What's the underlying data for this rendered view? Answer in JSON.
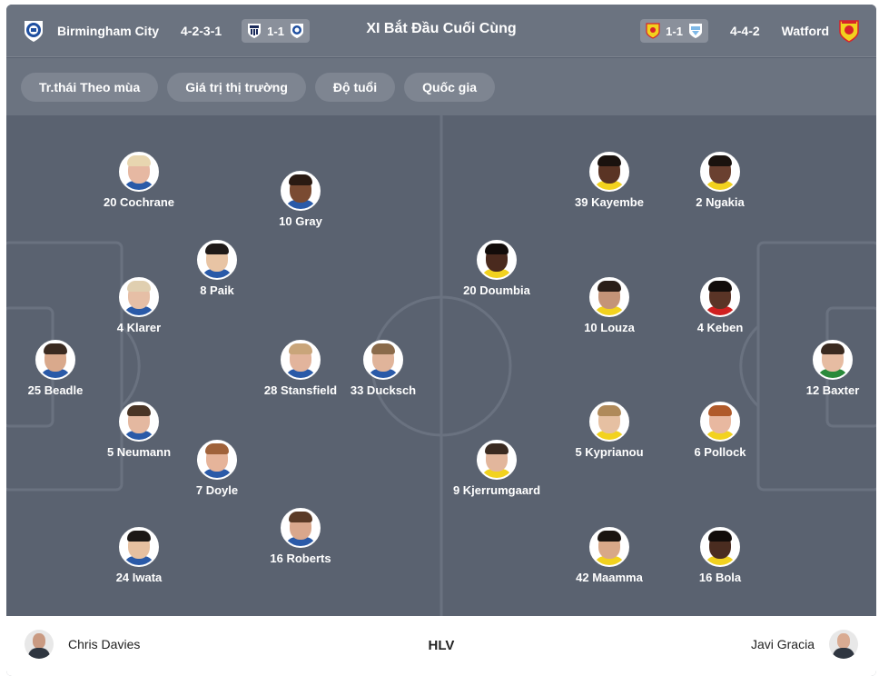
{
  "header": {
    "title": "XI Bắt Đầu Cuối Cùng",
    "home": {
      "name": "Birmingham City",
      "formation": "4-2-3-1",
      "recent_score": "1-1",
      "crest_icon": "birmingham-crest-icon",
      "opponent_icon": "west-brom-crest-icon"
    },
    "away": {
      "name": "Watford",
      "formation": "4-4-2",
      "recent_score": "1-1",
      "crest_icon": "watford-crest-icon",
      "opponent_icon": "coventry-crest-icon"
    }
  },
  "filters": [
    "Tr.thái Theo mùa",
    "Giá trị thị trường",
    "Độ tuổi",
    "Quốc gia"
  ],
  "home_players": [
    {
      "label": "20 Cochrane",
      "skin": "#e6b8a2",
      "hair": "#e8d6b0",
      "kit": "#2a5aa8"
    },
    {
      "label": "10 Gray",
      "skin": "#7a4b32",
      "hair": "#2a1a12",
      "kit": "#2a5aa8"
    },
    {
      "label": "8 Paik",
      "skin": "#e8c4a4",
      "hair": "#1f1a18",
      "kit": "#2a5aa8"
    },
    {
      "label": "4 Klarer",
      "skin": "#e6bfa6",
      "hair": "#e0cfb0",
      "kit": "#2a5aa8"
    },
    {
      "label": "25 Beadle",
      "skin": "#d9a98c",
      "hair": "#3a2a20",
      "kit": "#2a5aa8"
    },
    {
      "label": "28 Stansfield",
      "skin": "#e2b49c",
      "hair": "#c9a57a",
      "kit": "#2a5aa8"
    },
    {
      "label": "33 Ducksch",
      "skin": "#e0b49a",
      "hair": "#8a6a4a",
      "kit": "#2a5aa8"
    },
    {
      "label": "5 Neumann",
      "skin": "#e4b8a0",
      "hair": "#4a3526",
      "kit": "#2a5aa8"
    },
    {
      "label": "7 Doyle",
      "skin": "#e6b49a",
      "hair": "#a0623a",
      "kit": "#2a5aa8"
    },
    {
      "label": "16 Roberts",
      "skin": "#d9a78c",
      "hair": "#5a3a26",
      "kit": "#2a5aa8"
    },
    {
      "label": "24 Iwata",
      "skin": "#e6c0a0",
      "hair": "#1c1816",
      "kit": "#2a5aa8"
    }
  ],
  "away_players": [
    {
      "label": "39 Kayembe",
      "skin": "#5a3424",
      "hair": "#1a120e",
      "kit": "#f2d21e"
    },
    {
      "label": "2 Ngakia",
      "skin": "#6a4030",
      "hair": "#1a120e",
      "kit": "#f2d21e"
    },
    {
      "label": "20 Doumbia",
      "skin": "#4a2a1e",
      "hair": "#120c0a",
      "kit": "#f2d21e"
    },
    {
      "label": "10 Louza",
      "skin": "#c49478",
      "hair": "#2a1e18",
      "kit": "#f2d21e"
    },
    {
      "label": "4 Keben",
      "skin": "#5a3426",
      "hair": "#120c0a",
      "kit": "#d02020"
    },
    {
      "label": "12 Baxter",
      "skin": "#e6bca2",
      "hair": "#3a2a20",
      "kit": "#2a8a3a"
    },
    {
      "label": "5 Kyprianou",
      "skin": "#e6c0a2",
      "hair": "#b08a5a",
      "kit": "#f2d21e"
    },
    {
      "label": "6 Pollock",
      "skin": "#e8b8a0",
      "hair": "#b05a2a",
      "kit": "#f2d21e"
    },
    {
      "label": "9 Kjerrumgaard",
      "skin": "#e2b69c",
      "hair": "#3a2a20",
      "kit": "#f2d21e"
    },
    {
      "label": "42 Maamma",
      "skin": "#d8a888",
      "hair": "#1a1410",
      "kit": "#f2d21e"
    },
    {
      "label": "16 Bola",
      "skin": "#4a2c20",
      "hair": "#120c0a",
      "kit": "#f2d21e"
    }
  ],
  "footer": {
    "coach_label": "HLV",
    "home_coach": "Chris Davies",
    "away_coach": "Javi Gracia"
  },
  "colors": {
    "pitch": "#5a6270",
    "header": "#6b7380",
    "birmingham_blue": "#1f4fa0",
    "watford_yellow": "#f2d21e",
    "watford_red": "#d8232a"
  }
}
